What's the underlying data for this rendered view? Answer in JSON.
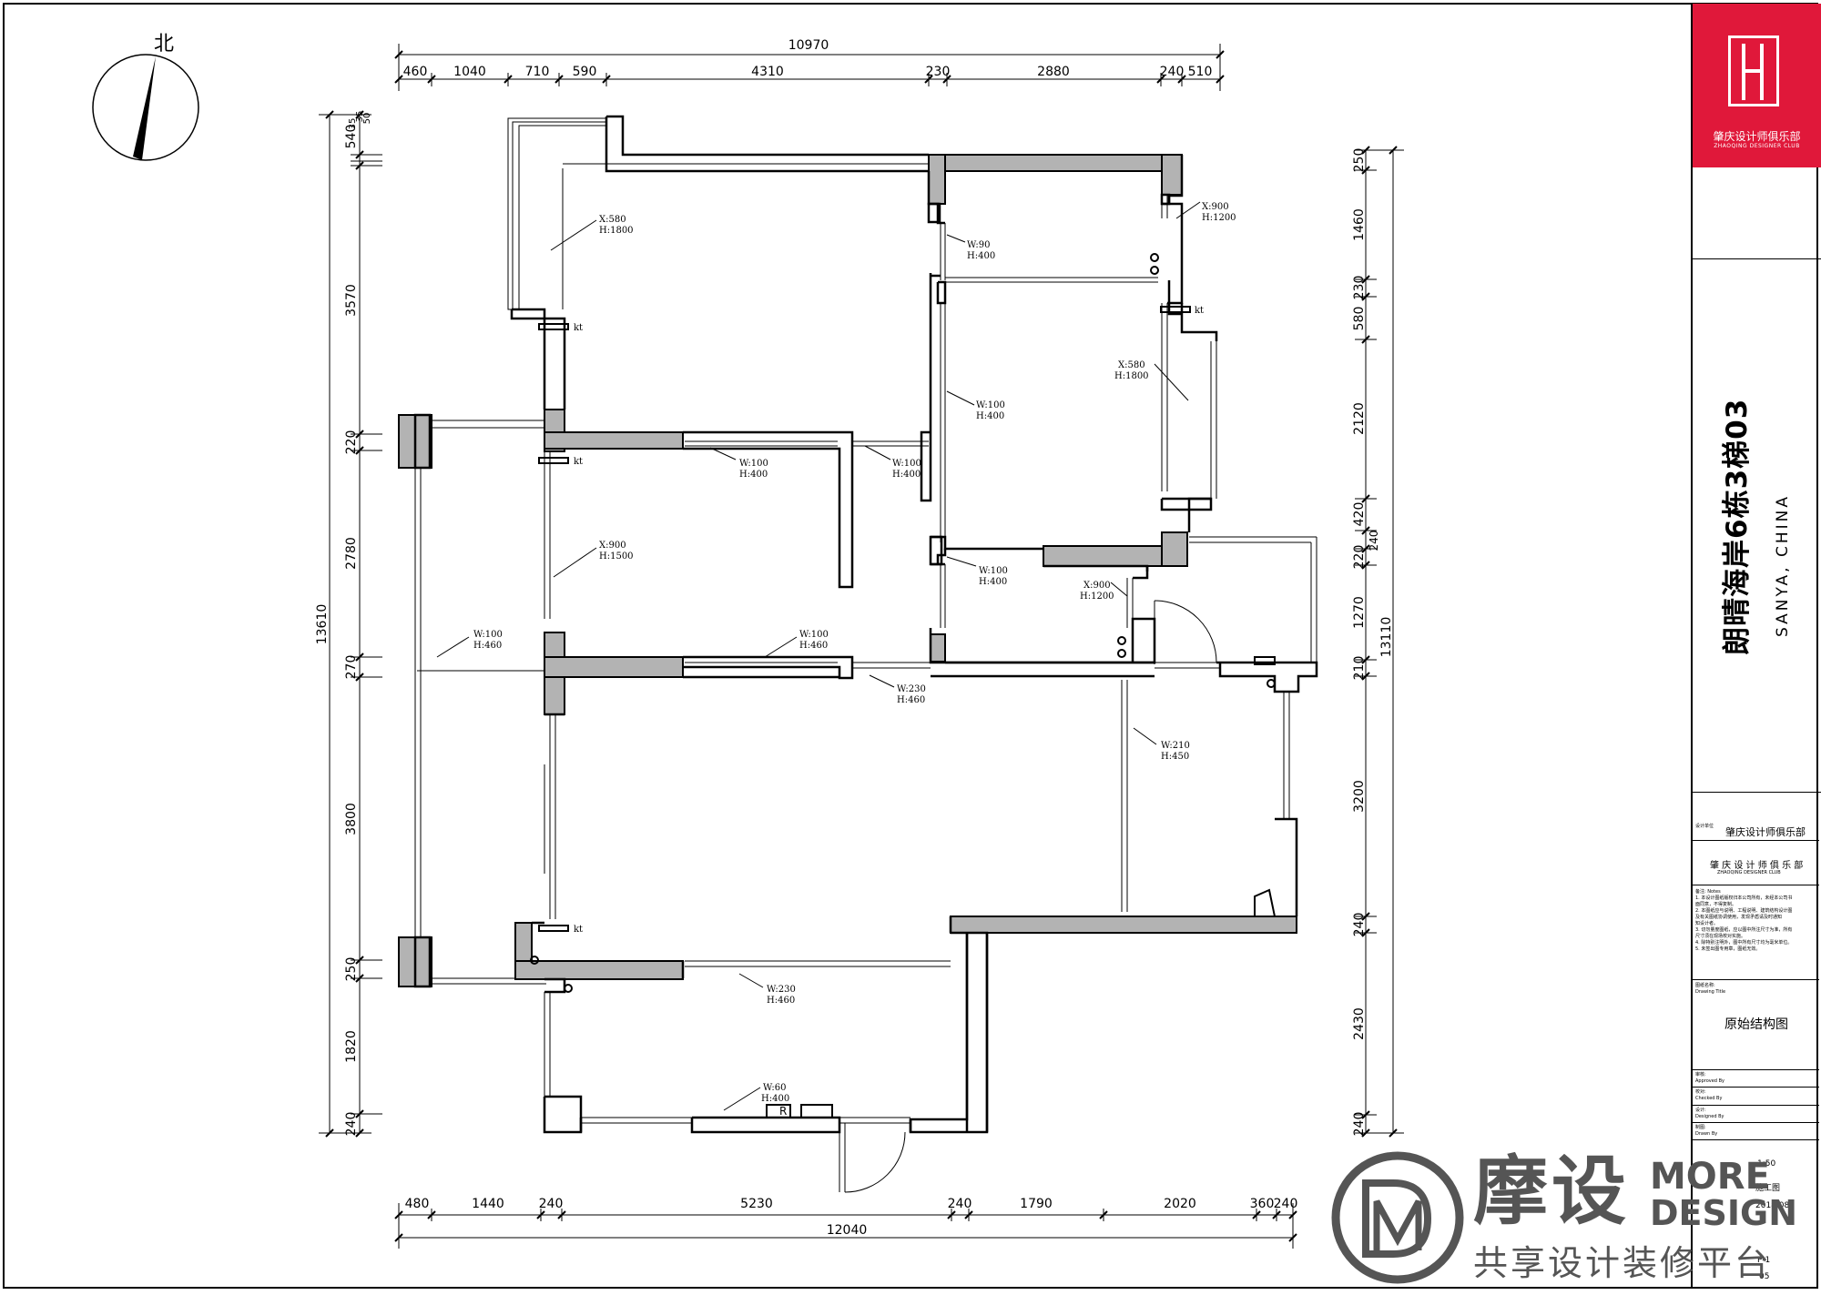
{
  "compass": {
    "label": "北"
  },
  "top_dims": {
    "total": "10970",
    "segments": [
      "460",
      "1040",
      "710",
      "590",
      "4310",
      "230",
      "2880",
      "240",
      "510"
    ]
  },
  "bottom_dims": {
    "total": "12040",
    "segments": [
      "480",
      "1440",
      "240",
      "5230",
      "240",
      "1790",
      "2020",
      "360",
      "240"
    ]
  },
  "left_dims": {
    "total": "13610",
    "segments": [
      "540",
      "35",
      "35",
      "50",
      "3570",
      "220",
      "2780",
      "270",
      "3800",
      "250",
      "1820",
      "240"
    ]
  },
  "right_dims": {
    "total": "13110",
    "segments": [
      "250",
      "1460",
      "230",
      "580",
      "2120",
      "420",
      "240",
      "220",
      "1270",
      "210",
      "3200",
      "240",
      "2430",
      "240"
    ]
  },
  "annotations": [
    {
      "id": "a1",
      "l1": "X:580",
      "l2": "H:1800"
    },
    {
      "id": "a2",
      "l1": "X:900",
      "l2": "H:1200"
    },
    {
      "id": "a3",
      "l1": "W:90",
      "l2": "H:400"
    },
    {
      "id": "a4",
      "l1": "X:580",
      "l2": "H:1800"
    },
    {
      "id": "a5",
      "l1": "W:100",
      "l2": "H:400"
    },
    {
      "id": "a6",
      "l1": "W:100",
      "l2": "H:400"
    },
    {
      "id": "a7",
      "l1": "W:100",
      "l2": "H:400"
    },
    {
      "id": "a8",
      "l1": "X:900",
      "l2": "H:1500"
    },
    {
      "id": "a9",
      "l1": "W:100",
      "l2": "H:400"
    },
    {
      "id": "a10",
      "l1": "X:900",
      "l2": "H:1200"
    },
    {
      "id": "a11",
      "l1": "W:100",
      "l2": "H:460"
    },
    {
      "id": "a12",
      "l1": "W:100",
      "l2": "H:460"
    },
    {
      "id": "a13",
      "l1": "W:230",
      "l2": "H:460"
    },
    {
      "id": "a14",
      "l1": "W:210",
      "l2": "H:450"
    },
    {
      "id": "a15",
      "l1": "W:230",
      "l2": "H:460"
    },
    {
      "id": "a16",
      "l1": "W:60",
      "l2": "H:400"
    }
  ],
  "kt_labels": [
    "kt",
    "kt",
    "kt",
    "kt"
  ],
  "r_label": "R",
  "title_block": {
    "logo_cn": "肇庆设计师俱乐部",
    "logo_en": "ZHAOQING DESIGNER CLUB",
    "project_title": "朗晴海岸6栋3梯03",
    "project_sub": "SANYA, CHINA",
    "designer_unit_label": "设计单位",
    "designer_unit": "肇庆设计师俱乐部",
    "club_cn": "肇 庆 设 计 师 俱 乐 部",
    "club_en": "ZHAOQING DESIGNER CLUB",
    "notes_title": "备注: Notes",
    "notes": [
      "1. 本设计图纸版权归本公司所有，未经本公司书",
      "   面同意，不得复制。",
      "2. 本图纸应与说明、工程说明、建筑结构设计图",
      "   及有关图纸协调使用，发现矛盾请及时通知",
      "   知设计者。",
      "3. 切勿量度图纸，应以图中所注尺寸为准，所有",
      "   尺寸须在现场校对实施。",
      "4. 除特别注明外，图中所有尺寸均为毫米单位。",
      "5. 未签出图专用章，图纸无效。"
    ],
    "drawing_title_label": "图纸名称:",
    "drawing_title_label_en": "Drawing Title",
    "drawing_title": "原始结构图",
    "approved_label": "审核:",
    "approved_en": "Approved By",
    "checked_label": "校对:",
    "checked_en": "Checked By",
    "designed_label": "设计:",
    "designed_en": "Designed By",
    "drawn_label": "制图:",
    "drawn_en": "Drawn By",
    "scale": "1:50",
    "stage": "施工图",
    "date": "2018.08",
    "page_a": "P-1",
    "page_b": "05"
  },
  "watermark": {
    "cn": "摩设",
    "en1": "MORE",
    "en2": "DESIGN",
    "slogan": "共享设计装修平台"
  },
  "colors": {
    "ink": "#000000",
    "wall_fill": "#b3b3b3",
    "brand_red": "#e0183a",
    "grey": "#555555"
  }
}
